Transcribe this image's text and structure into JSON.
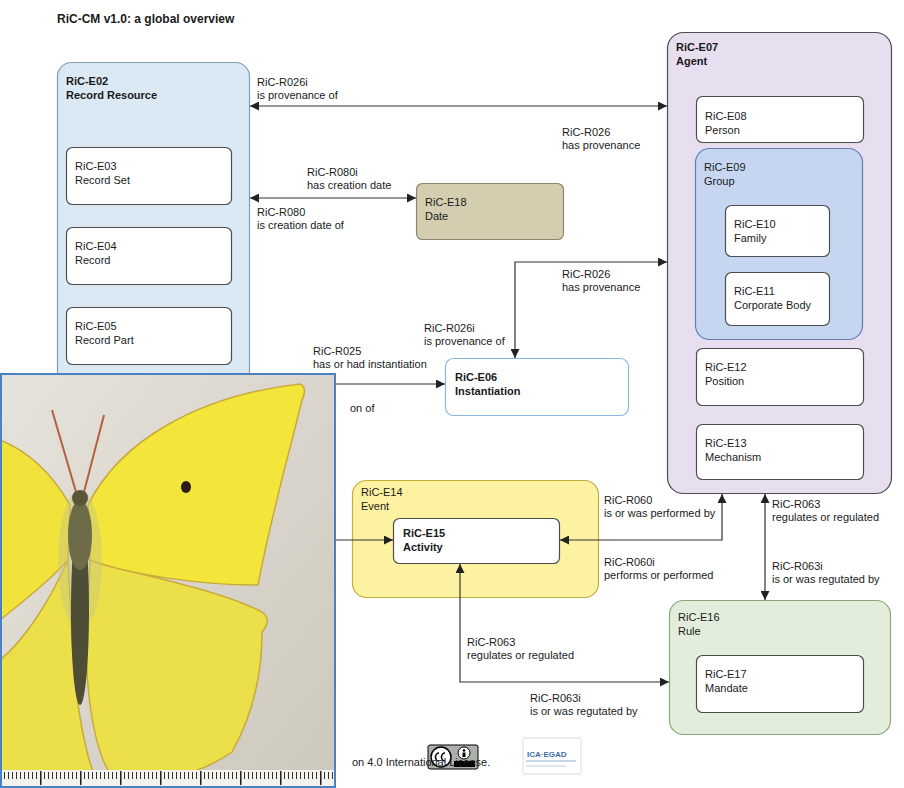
{
  "diagram": {
    "title": "RiC-CM v1.0: a global overview",
    "nodes": [
      {
        "text": [
          "RiC-E02 Record Resource"
        ]
      },
      {
        "text": [
          "RiC-E03 Record Set"
        ],
        "in": 0
      },
      {
        "text": [
          "RiC-E04 Record"
        ],
        "in": 0
      },
      {
        "text": [
          "RiC-E05 Record Part"
        ],
        "in": 0
      },
      {
        "text": [
          "RiC-E18 Date"
        ]
      },
      {
        "text": [
          "RiC-E06 Instantiation"
        ]
      },
      {
        "text": [
          "RiC-E07 Agent"
        ]
      },
      {
        "text": [
          "RiC-E08 Person"
        ],
        "in": 6
      },
      {
        "text": [
          "RiC-E09 Group"
        ],
        "in": 6
      },
      {
        "text": [
          "RiC-E10 Family"
        ],
        "in": 8
      },
      {
        "text": [
          "RiC-E11 Corporate Body"
        ],
        "in": 8
      },
      {
        "text": [
          "RiC-E12 Position"
        ],
        "in": 6
      },
      {
        "text": [
          "RiC-E13 Mechanism"
        ],
        "in": 6
      },
      {
        "text": [
          "RiC-E14 Event"
        ]
      },
      {
        "text": [
          "RiC-E15 Activity"
        ],
        "in": 13
      },
      {
        "text": [
          "RiC-E16 Rule"
        ]
      },
      {
        "text": [
          "RiC-E17 Mandate"
        ],
        "in": 15
      }
    ],
    "edges": [
      {
        "from": 0,
        "to": 6,
        "arrow": "both",
        "label": "RiC-R026i is provenance of"
      },
      {
        "from": 0,
        "to": 4,
        "arrow": "both",
        "label": "RiC-R080i has creation date"
      },
      {
        "from": 5,
        "to": 6,
        "arrow": "both",
        "label": "RiC-R026i is provenance of"
      },
      {
        "from": 0,
        "to": 5,
        "arrow": "to",
        "label": "RiC-R025 has or had instantiation"
      },
      {
        "from": 0,
        "to": 14,
        "arrow": "to"
      },
      {
        "from": 14,
        "to": 6,
        "arrow": "both",
        "label": "RiC-R060 is or was performed by"
      },
      {
        "from": 6,
        "to": 15,
        "arrow": "both",
        "label": "RiC-R063 regulates or regulated"
      },
      {
        "from": 14,
        "to": 15,
        "arrow": "both",
        "label": "RiC-R063 regulates or regulated"
      }
    ],
    "labels": [
      "RiC-R026 has provenance",
      "RiC-R080 is creation date of",
      "RiC-R026 has provenance",
      "on of",
      "RiC-R060i performs or performed",
      "RiC-R063i is or was regutated by",
      "RiC-R063i is or was regutated by",
      "on 4.0 International License.",
      "ICA·EGAD"
    ]
  }
}
